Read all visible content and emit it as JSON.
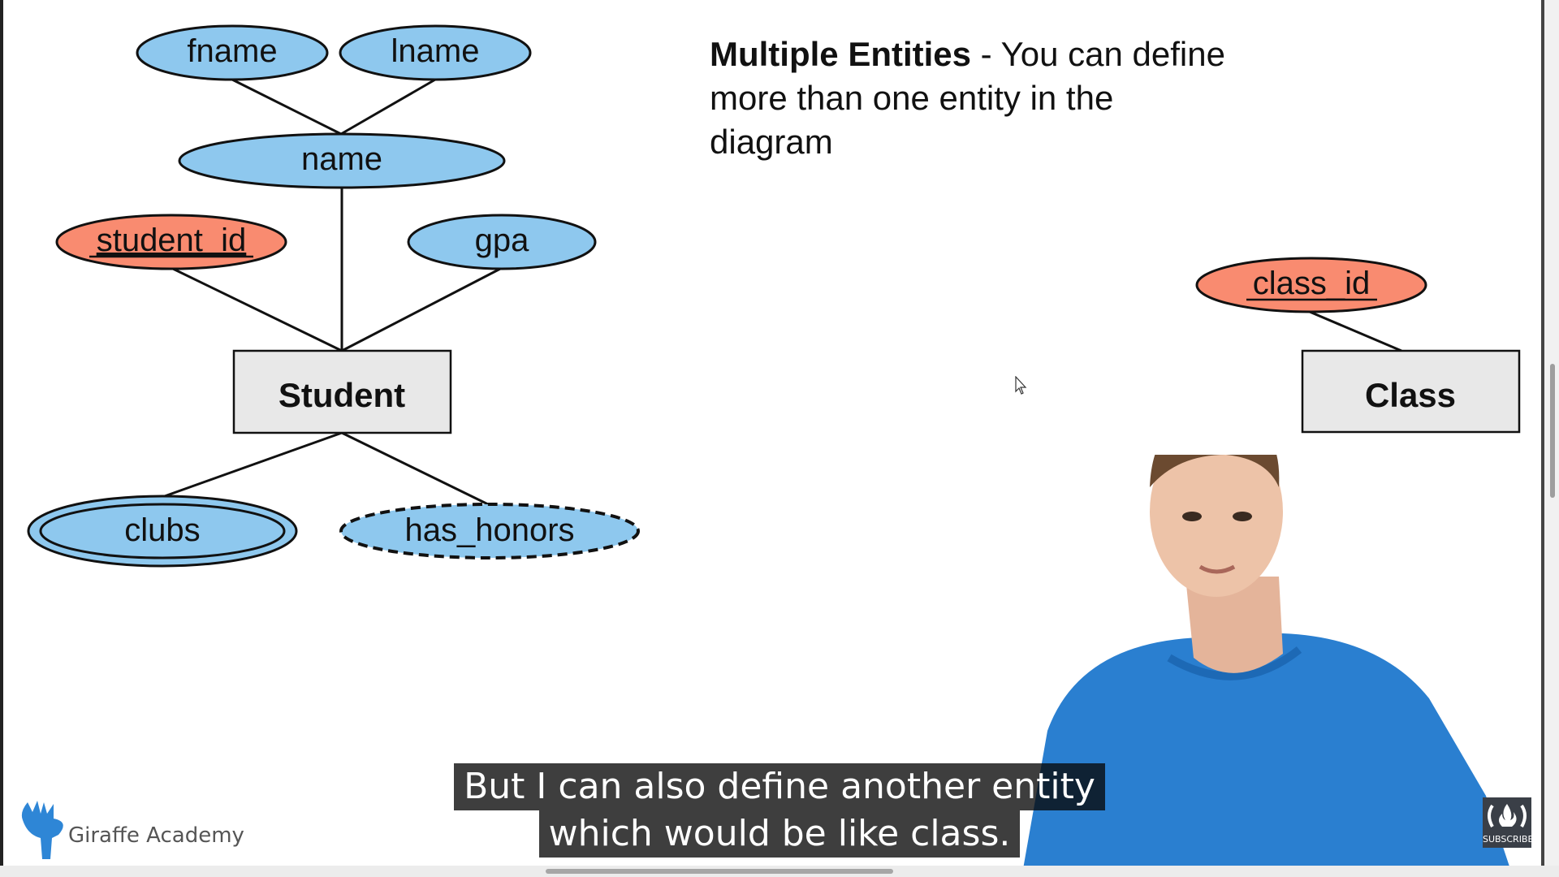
{
  "slide": {
    "heading_bold": "Multiple Entities",
    "heading_rest": " - You can define more than one entity in the diagram"
  },
  "diagram": {
    "entities": {
      "student": "Student",
      "class": "Class"
    },
    "attributes": {
      "fname": "fname",
      "lname": "lname",
      "name": "name",
      "student_id": "student_id",
      "gpa": "gpa",
      "clubs": "clubs",
      "has_honors": "has_honors",
      "class_id": "class_id"
    },
    "colors": {
      "attribute_fill": "#8ec8ee",
      "key_fill": "#f98b70",
      "entity_fill": "#e8e8e8",
      "outline": "#111111"
    }
  },
  "caption": {
    "line1": "But I can also define another entity",
    "line2": "which would be like class."
  },
  "branding": {
    "logo_text": "Giraffe Academy",
    "logo_icon": "giraffe-icon",
    "subscribe_label": "SUBSCRIBE",
    "subscribe_icon": "freecodecamp-icon"
  }
}
